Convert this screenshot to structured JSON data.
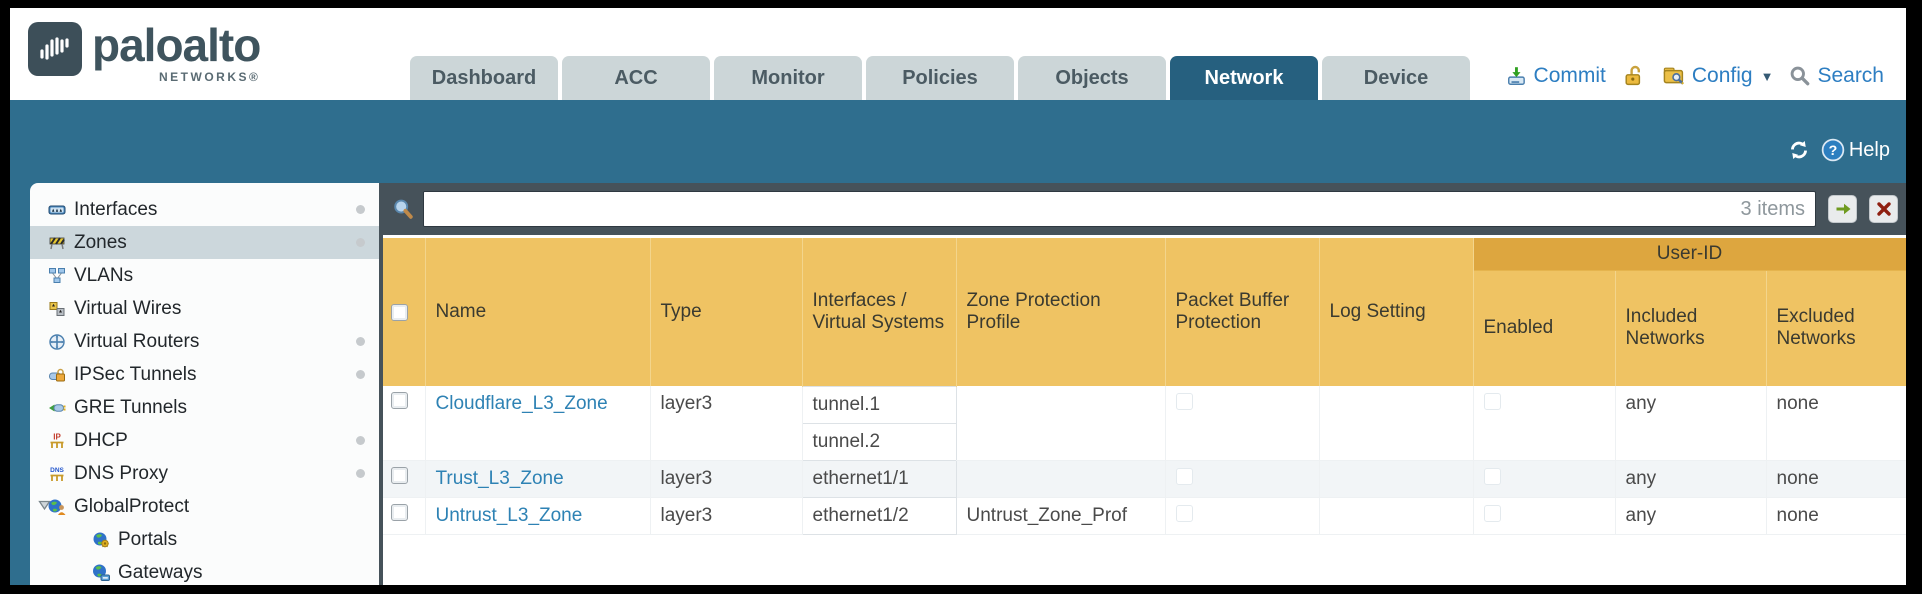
{
  "brand": {
    "logo_main": "paloalto",
    "logo_sub": "NETWORKS®"
  },
  "tabs": [
    {
      "label": "Dashboard",
      "active": false
    },
    {
      "label": "ACC",
      "active": false
    },
    {
      "label": "Monitor",
      "active": false
    },
    {
      "label": "Policies",
      "active": false
    },
    {
      "label": "Objects",
      "active": false
    },
    {
      "label": "Network",
      "active": true
    },
    {
      "label": "Device",
      "active": false
    }
  ],
  "utilities": {
    "commit_label": "Commit",
    "config_label": "Config",
    "search_label": "Search"
  },
  "header_bar": {
    "help_label": "Help"
  },
  "sidebar": {
    "items": [
      {
        "label": "Interfaces",
        "icon": "interfaces-icon",
        "dot": true,
        "selected": false,
        "indent": false,
        "expander": false
      },
      {
        "label": "Zones",
        "icon": "zones-icon",
        "dot": true,
        "selected": true,
        "indent": false,
        "expander": false
      },
      {
        "label": "VLANs",
        "icon": "vlans-icon",
        "dot": false,
        "selected": false,
        "indent": false,
        "expander": false
      },
      {
        "label": "Virtual Wires",
        "icon": "virtual-wires-icon",
        "dot": false,
        "selected": false,
        "indent": false,
        "expander": false
      },
      {
        "label": "Virtual Routers",
        "icon": "virtual-routers-icon",
        "dot": true,
        "selected": false,
        "indent": false,
        "expander": false
      },
      {
        "label": "IPSec Tunnels",
        "icon": "ipsec-tunnels-icon",
        "dot": true,
        "selected": false,
        "indent": false,
        "expander": false
      },
      {
        "label": "GRE Tunnels",
        "icon": "gre-tunnels-icon",
        "dot": false,
        "selected": false,
        "indent": false,
        "expander": false
      },
      {
        "label": "DHCP",
        "icon": "dhcp-icon",
        "dot": true,
        "selected": false,
        "indent": false,
        "expander": false
      },
      {
        "label": "DNS Proxy",
        "icon": "dns-proxy-icon",
        "dot": true,
        "selected": false,
        "indent": false,
        "expander": false
      },
      {
        "label": "GlobalProtect",
        "icon": "globalprotect-icon",
        "dot": false,
        "selected": false,
        "indent": false,
        "expander": true
      },
      {
        "label": "Portals",
        "icon": "portals-icon",
        "dot": false,
        "selected": false,
        "indent": true,
        "expander": false
      },
      {
        "label": "Gateways",
        "icon": "gateways-icon",
        "dot": false,
        "selected": false,
        "indent": true,
        "expander": false
      }
    ]
  },
  "toolbar": {
    "filter_value": "",
    "items_count": "3 items"
  },
  "table": {
    "group_header": "User-ID",
    "columns": [
      {
        "key": "checkbox",
        "label": ""
      },
      {
        "key": "name",
        "label": "Name"
      },
      {
        "key": "type",
        "label": "Type"
      },
      {
        "key": "interfaces",
        "label": "Interfaces / Virtual Systems"
      },
      {
        "key": "zone_protection_profile",
        "label": "Zone Protection Profile"
      },
      {
        "key": "packet_buffer_protection",
        "label": "Packet Buffer Protection"
      },
      {
        "key": "log_setting",
        "label": "Log Setting"
      },
      {
        "key": "enabled",
        "label": "Enabled",
        "group": "User-ID"
      },
      {
        "key": "included_networks",
        "label": "Included Networks",
        "group": "User-ID"
      },
      {
        "key": "excluded_networks",
        "label": "Excluded Networks",
        "group": "User-ID"
      }
    ],
    "rows": [
      {
        "name": "Cloudflare_L3_Zone",
        "type": "layer3",
        "interfaces": [
          "tunnel.1",
          "tunnel.2"
        ],
        "zone_protection_profile": "",
        "packet_buffer_protection_checked": false,
        "log_setting": "",
        "enabled_checked": false,
        "included_networks": "any",
        "excluded_networks": "none"
      },
      {
        "name": "Trust_L3_Zone",
        "type": "layer3",
        "interfaces": [
          "ethernet1/1"
        ],
        "zone_protection_profile": "",
        "packet_buffer_protection_checked": false,
        "log_setting": "",
        "enabled_checked": false,
        "included_networks": "any",
        "excluded_networks": "none"
      },
      {
        "name": "Untrust_L3_Zone",
        "type": "layer3",
        "interfaces": [
          "ethernet1/2"
        ],
        "zone_protection_profile": "Untrust_Zone_Prof",
        "packet_buffer_protection_checked": false,
        "log_setting": "",
        "enabled_checked": false,
        "included_networks": "any",
        "excluded_networks": "none"
      }
    ]
  },
  "colors": {
    "teal_band": "#2f6e8e",
    "active_tab": "#26607f",
    "toolbar_slate": "#46525a",
    "table_header": "#efc363",
    "userid_band": "#dda63f",
    "link_blue": "#2e82b4",
    "alt_row": "#f2f5f7",
    "utility_blue": "#2d7ec2"
  }
}
